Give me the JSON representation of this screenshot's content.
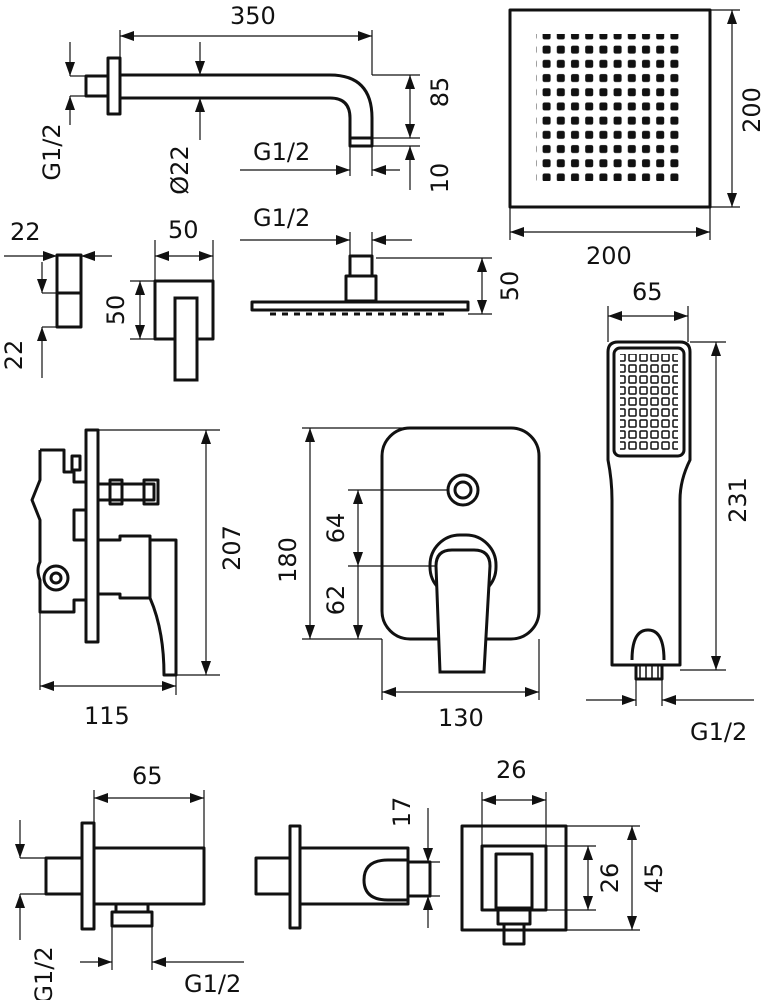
{
  "labels": {
    "arm_length": "350",
    "arm_drop": "85",
    "arm_outlet": "10",
    "arm_inlet_thread": "G1/2",
    "arm_outlet_thread": "G1/2",
    "arm_diameter": "Ø22",
    "head_sq_width": "200",
    "head_sq_height": "200",
    "rosette_small_w": "22",
    "rosette_small_h": "22",
    "rosette_w": "50",
    "rosette_h": "50",
    "head_side_thread": "G1/2",
    "head_side_height": "50",
    "hand_width": "65",
    "hand_length": "231",
    "hand_thread": "G1/2",
    "mixer_body_height": "207",
    "mixer_body_depth": "115",
    "plate_height": "180",
    "plate_width": "130",
    "plate_upper": "64",
    "plate_lower": "62",
    "elbow_length": "65",
    "elbow_in_thread": "G1/2",
    "elbow_out_thread": "G1/2",
    "holder_gap": "17",
    "holder_front_w": "26",
    "holder_front_inner": "26",
    "holder_front_h": "45"
  }
}
